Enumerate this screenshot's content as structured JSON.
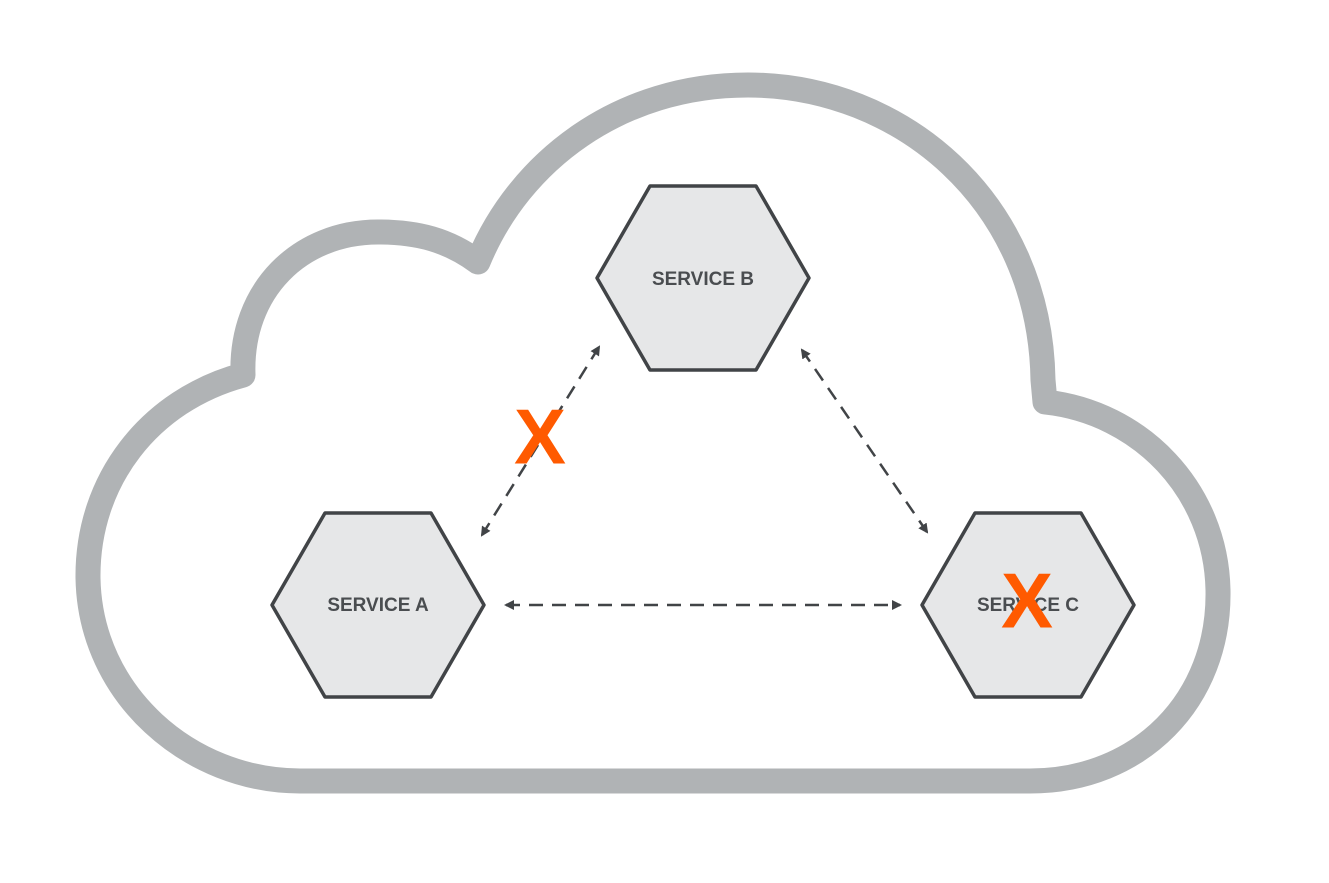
{
  "diagram": {
    "colors": {
      "cloud_outline": "#b0b3b5",
      "hexagon_fill": "#e6e7e8",
      "hexagon_stroke": "#414447",
      "connector": "#414447",
      "failure_mark": "#ff5a00"
    },
    "services": {
      "a": {
        "label": "SERVICE A"
      },
      "b": {
        "label": "SERVICE B"
      },
      "c": {
        "label": "SERVICE C"
      }
    },
    "failure_marks": {
      "link_a_b": "X",
      "service_c": "X"
    },
    "connections": [
      {
        "from": "SERVICE A",
        "to": "SERVICE B",
        "style": "dashed",
        "arrows": "both",
        "failed": true
      },
      {
        "from": "SERVICE B",
        "to": "SERVICE C",
        "style": "dashed",
        "arrows": "both",
        "failed": false
      },
      {
        "from": "SERVICE A",
        "to": "SERVICE C",
        "style": "dashed",
        "arrows": "both",
        "failed": false
      }
    ],
    "icons": {
      "cloud": "cloud-icon",
      "service_shape": "hexagon-icon",
      "failure": "x-mark-icon"
    }
  }
}
